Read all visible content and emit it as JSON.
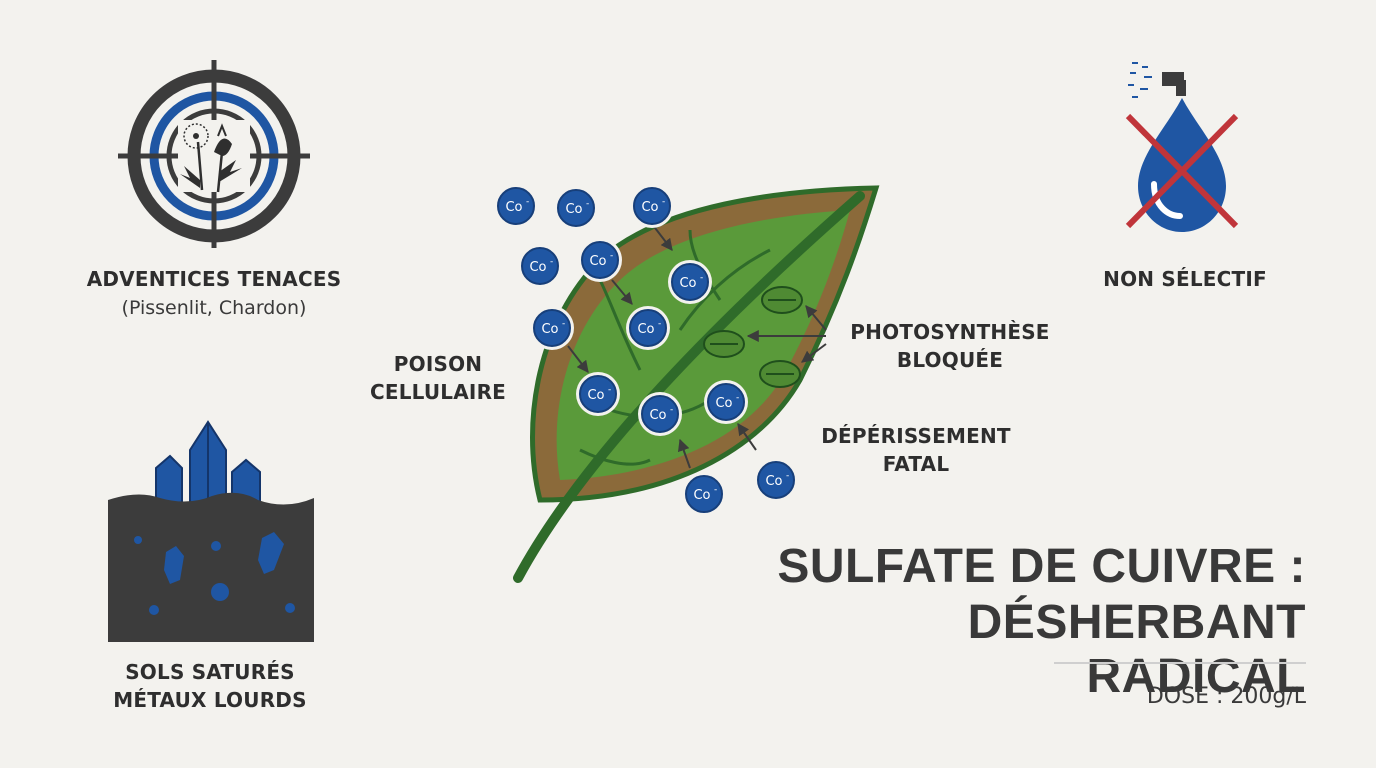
{
  "icons": {
    "target": "target-weeds-icon",
    "no_spray": "no-selective-spray-icon",
    "soil": "heavy-metal-soil-icon",
    "leaf": "leaf-diagram"
  },
  "labels": {
    "weeds_title": "ADVENTICES TENACES",
    "weeds_sub": "(Pissenlit, Chardon)",
    "non_selective": "NON SÉLECTIF",
    "soil_line1": "SOLS SATURÉS",
    "soil_line2": "MÉTAUX LOURDS",
    "poison_line1": "POISON",
    "poison_line2": "CELLULAIRE",
    "photo_line1": "PHOTOSYNTHÈSE",
    "photo_line2": "BLOQUÉE",
    "decline_line1": "DÉPÉRISSEMENT",
    "decline_line2": "FATAL"
  },
  "title": {
    "line1": "SULFATE DE CUIVRE :",
    "line2": "DÉSHERBANT RADICAL"
  },
  "dose": "DOSE : 200g/L",
  "ion_label": "Co",
  "ion_charge": "-",
  "colors": {
    "background": "#f3f2ee",
    "ion_blue": "#1f56a3",
    "leaf_green": "#5a9a3a",
    "leaf_dark": "#2f6b2a",
    "necrosis": "#8b6a3a",
    "cross_red": "#c0353a",
    "text_dark": "#2e2e2e"
  }
}
